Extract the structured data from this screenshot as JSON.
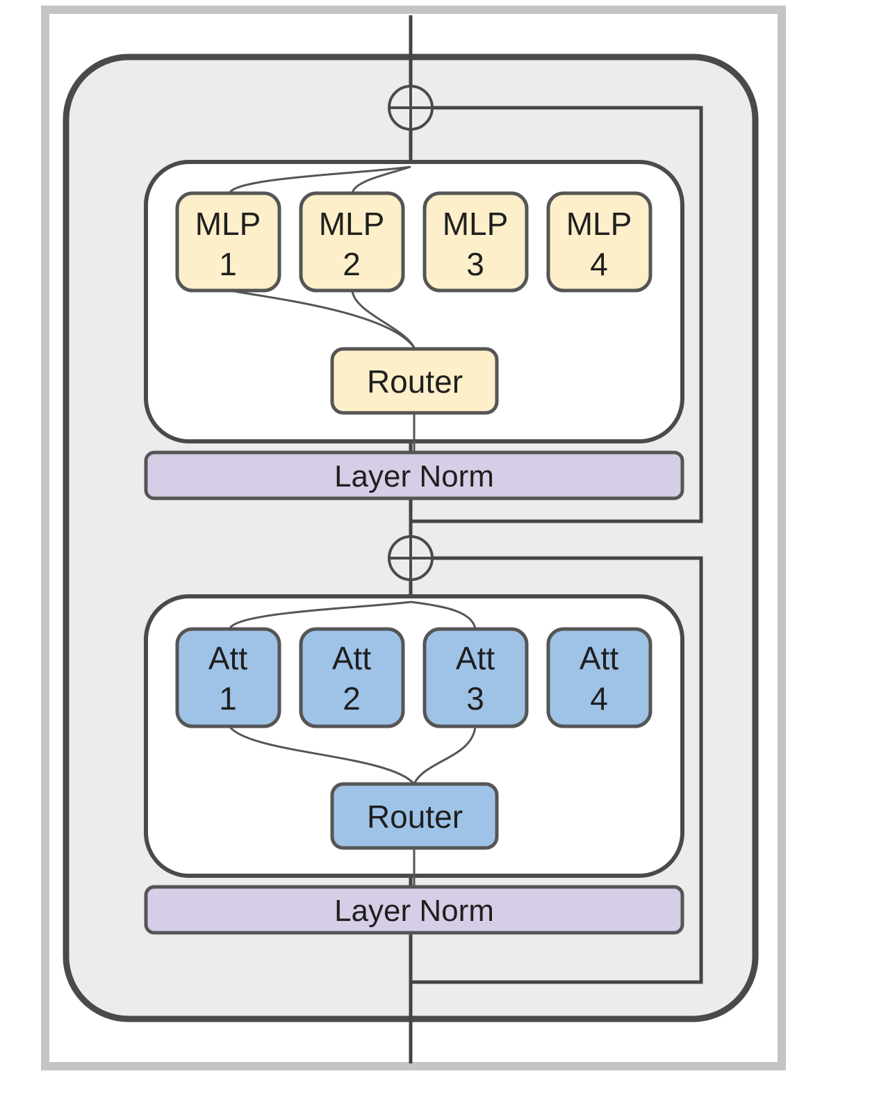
{
  "colors": {
    "outer_frame": "#c4c4c4",
    "block_fill": "#ececec",
    "block_stroke": "#4a4a4a",
    "panel_fill": "#ffffff",
    "mlp_fill": "#fdefc9",
    "att_fill": "#9fc3e7",
    "norm_fill": "#d6cde6",
    "box_stroke": "#555555"
  },
  "ffn_layer": {
    "experts": [
      {
        "name": "MLP",
        "index": "1"
      },
      {
        "name": "MLP",
        "index": "2"
      },
      {
        "name": "MLP",
        "index": "3"
      },
      {
        "name": "MLP",
        "index": "4"
      }
    ],
    "router_label": "Router",
    "norm_label": "Layer Norm",
    "residual_symbol": "plus-circle-icon"
  },
  "attention_layer": {
    "experts": [
      {
        "name": "Att",
        "index": "1"
      },
      {
        "name": "Att",
        "index": "2"
      },
      {
        "name": "Att",
        "index": "3"
      },
      {
        "name": "Att",
        "index": "4"
      }
    ],
    "router_label": "Router",
    "norm_label": "Layer Norm",
    "residual_symbol": "plus-circle-icon"
  }
}
